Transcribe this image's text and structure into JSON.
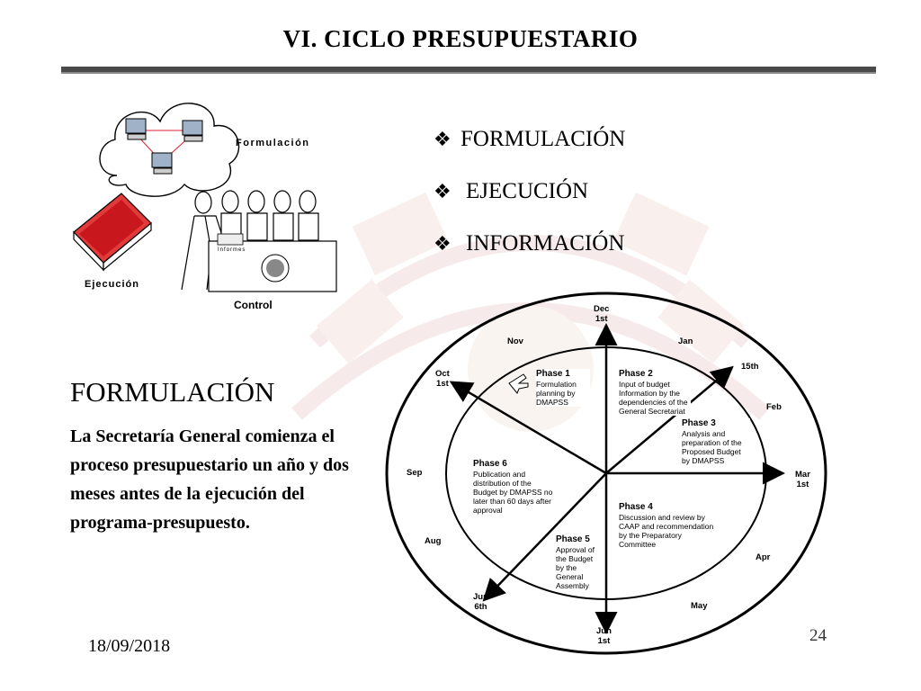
{
  "slide": {
    "title": "VI. CICLO PRESUPUESTARIO",
    "date": "18/09/2018",
    "page_number": "24"
  },
  "bullets": [
    {
      "icon": "diamond-bullet-icon",
      "label": "FORMULACIÓN"
    },
    {
      "icon": "diamond-bullet-icon",
      "label": "EJECUCIÓN"
    },
    {
      "icon": "diamond-bullet-icon",
      "label": "INFORMACIÓN"
    }
  ],
  "illustration": {
    "formulacion": "Formulación",
    "ejecucion": "Ejecución",
    "control": "Control",
    "informes": "Informes"
  },
  "section": {
    "title": "FORMULACIÓN",
    "body": "La Secretaría General comienza el proceso presupuestario un año y dos meses antes de la ejecución del programa-presupuesto."
  },
  "cycle": {
    "dec": {
      "l1": "Dec",
      "l2": "1st"
    },
    "jan": "Jan",
    "nov": "Nov",
    "oct": {
      "l1": "Oct",
      "l2": "1st"
    },
    "fifteenth": "15th",
    "feb": "Feb",
    "sep": "Sep",
    "mar": {
      "l1": "Mar",
      "l2": "1st"
    },
    "aug": "Aug",
    "apr": "Apr",
    "jun6": {
      "l1": "Jun",
      "l2": "6th"
    },
    "may": "May",
    "jun1": {
      "l1": "Jun",
      "l2": "1st"
    },
    "phases": [
      {
        "name": "Phase 1",
        "text": "Formulation planning by DMAPSS"
      },
      {
        "name": "Phase 2",
        "text": "Input of budget Information by the dependencies of the General Secretariat"
      },
      {
        "name": "Phase 3",
        "text": "Analysis and preparation of the Proposed Budget by DMAPSS"
      },
      {
        "name": "Phase 4",
        "text": "Discussion and review by CAAP and recommendation by the Preparatory Committee"
      },
      {
        "name": "Phase 5",
        "text": "Approval of the Budget by the General Assembly"
      },
      {
        "name": "Phase 6",
        "text": "Publication and distribution of the Budget by DMAPSS no later than 60 days after approval"
      }
    ]
  }
}
